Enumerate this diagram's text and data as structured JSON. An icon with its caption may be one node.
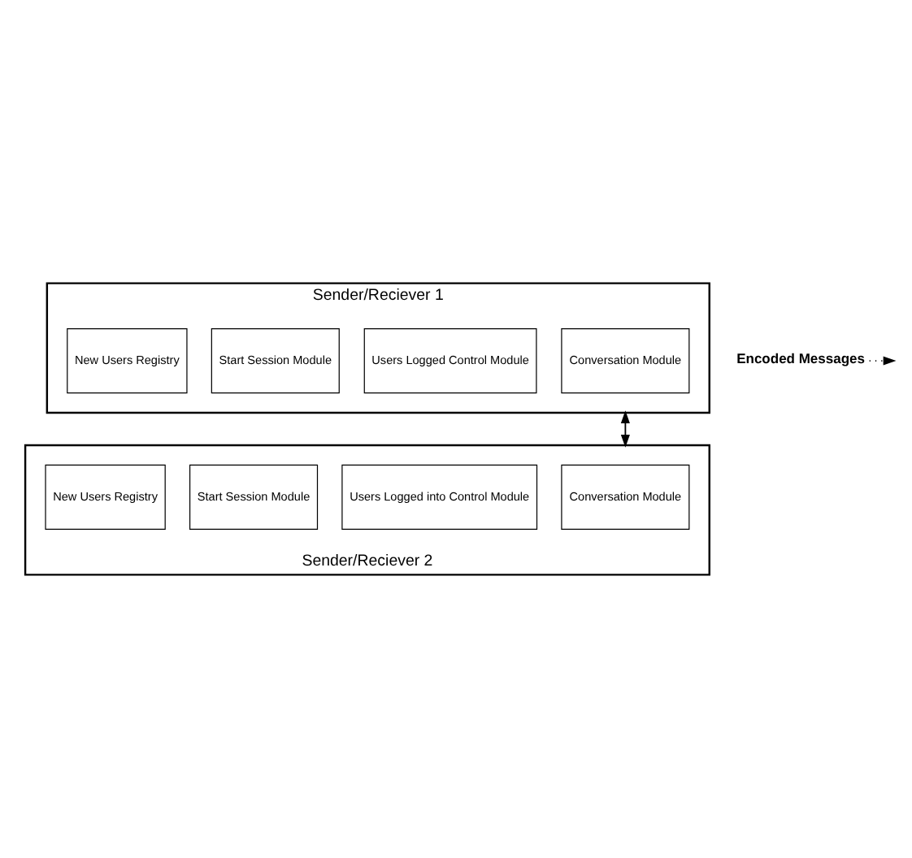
{
  "diagram": {
    "nodes": [
      {
        "text": [
          "Sender/Reciever 1"
        ]
      },
      {
        "text": [
          "New Users Registry"
        ],
        "in": 0
      },
      {
        "text": [
          "Start Session Module"
        ],
        "in": 0
      },
      {
        "text": [
          "Users Logged Control Module"
        ],
        "in": 0
      },
      {
        "text": [
          "Conversation Module"
        ],
        "in": 0
      },
      {
        "text": [
          "Encoded Messages"
        ]
      },
      {
        "text": [
          "Sender/Reciever 2"
        ]
      },
      {
        "text": [
          "New Users Registry"
        ],
        "in": 6
      },
      {
        "text": [
          "Start Session Module"
        ],
        "in": 6
      },
      {
        "text": [
          "Users Logged into Control Module"
        ],
        "in": 6
      },
      {
        "text": [
          "Conversation Module"
        ],
        "in": 6
      }
    ],
    "edges": [
      {
        "from": 0,
        "to": 6,
        "arrow": "both"
      },
      {
        "from": 5,
        "to": null,
        "arrow": "to",
        "style": "dashed"
      }
    ]
  }
}
